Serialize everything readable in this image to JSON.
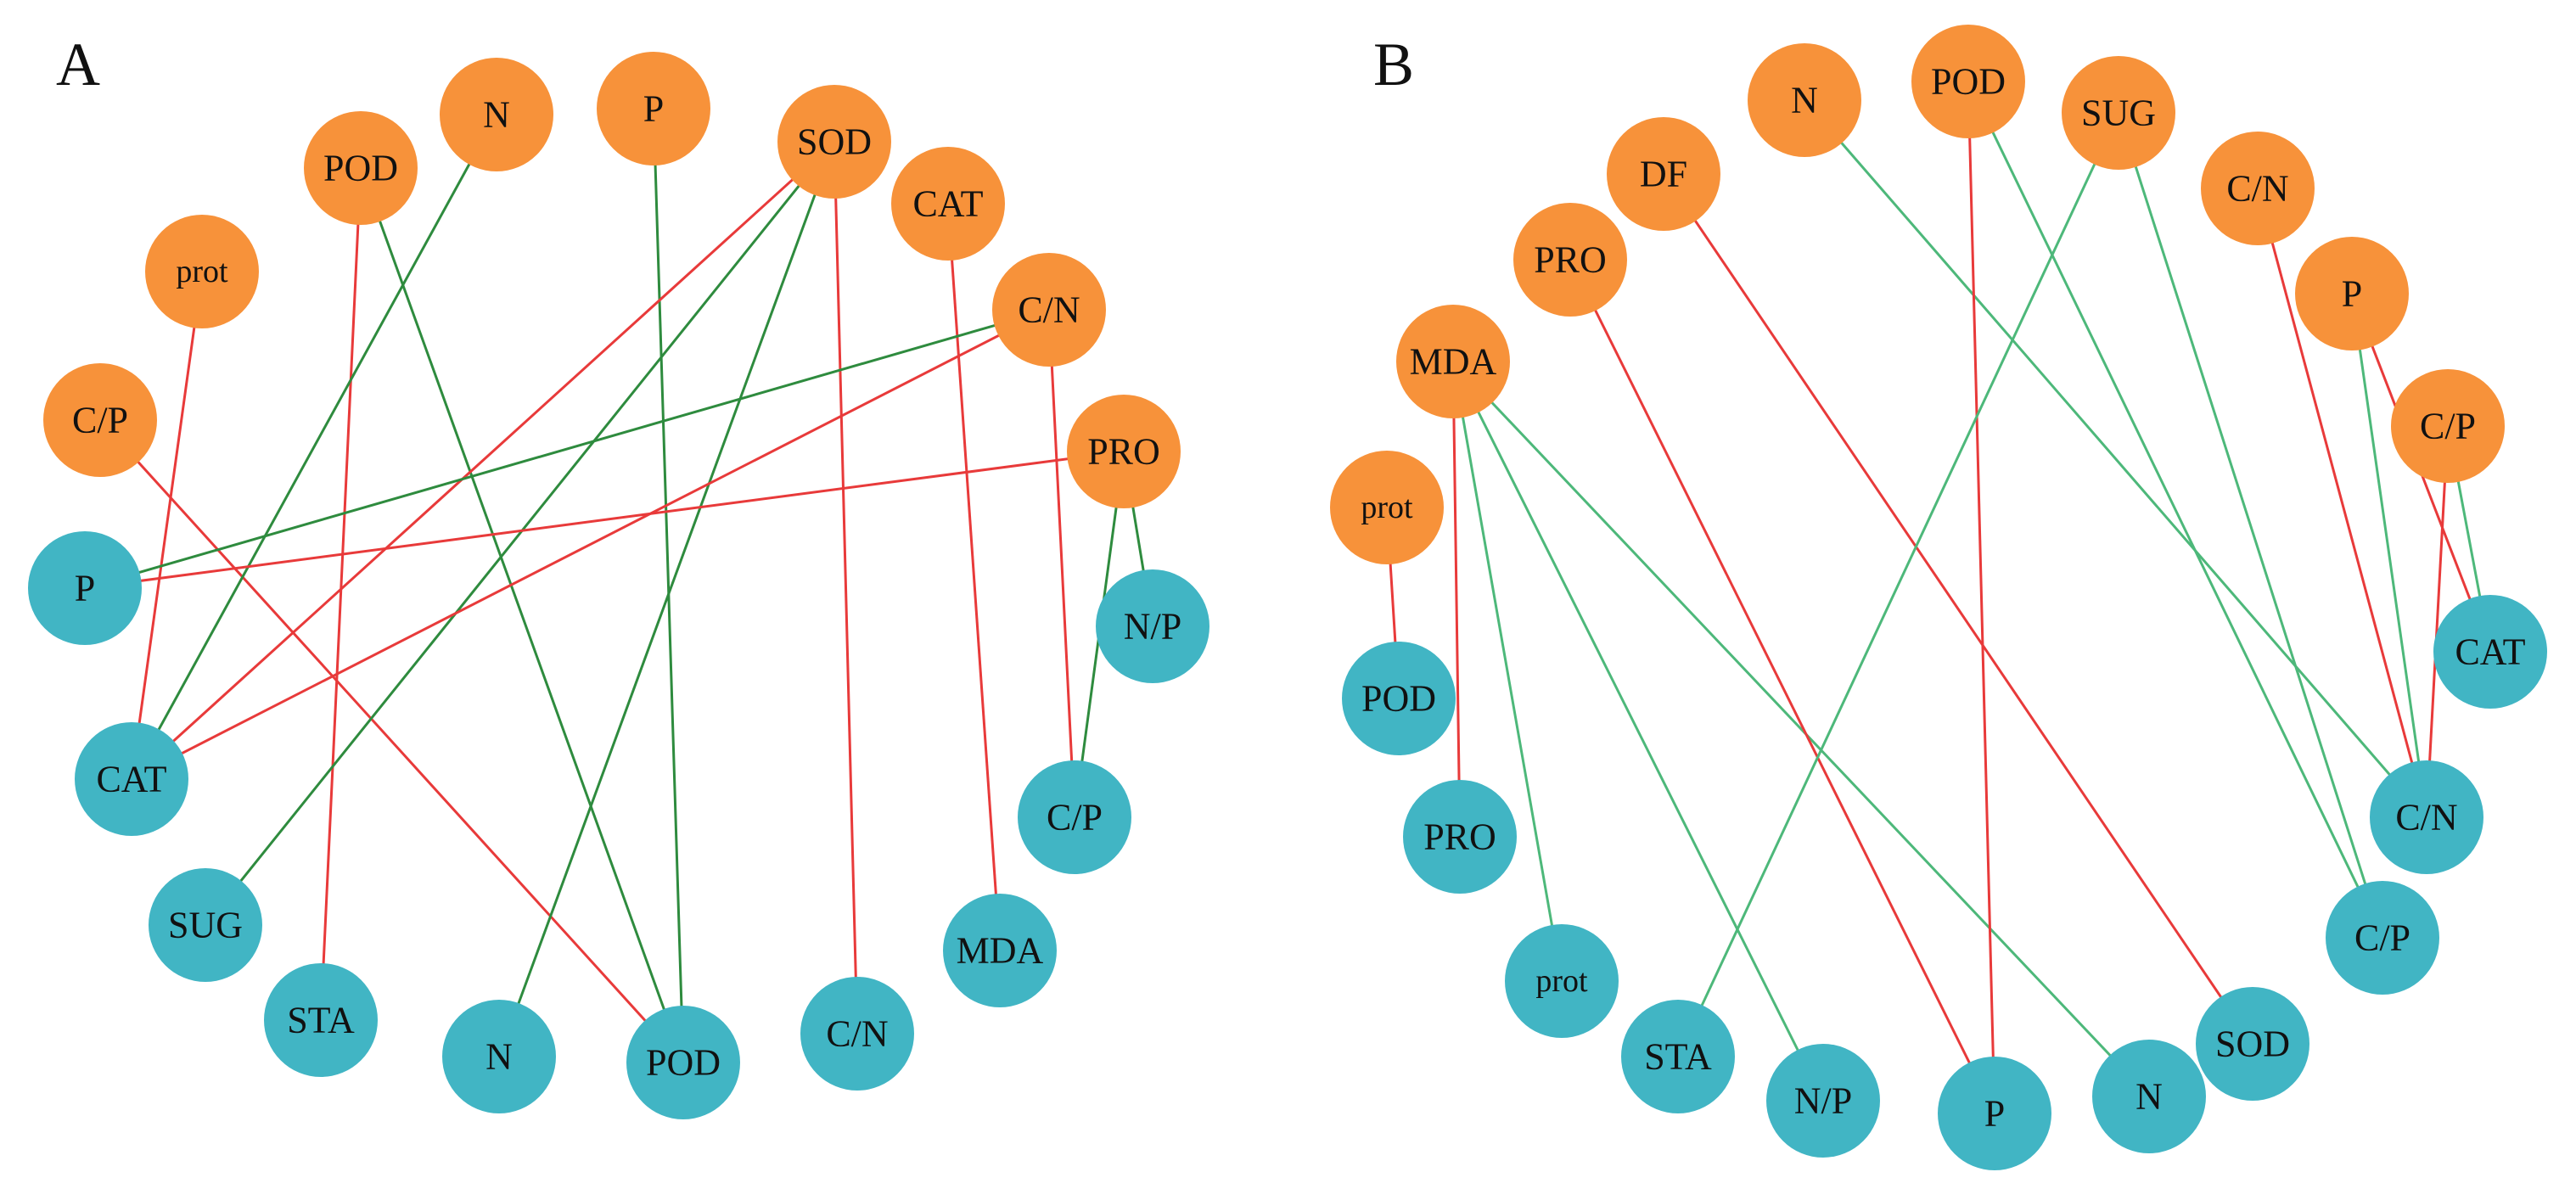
{
  "colors": {
    "orange_node": "#F7923A",
    "teal_node": "#41B5C4",
    "positive_edge": "#E83A3A",
    "negative_edge_A": "#2E8B3E",
    "negative_edge_B": "#4DB87A"
  },
  "panels": [
    {
      "label": "A",
      "orange_nodes": [
        {
          "id": "a_o_N",
          "label": "N"
        },
        {
          "id": "a_o_P",
          "label": "P"
        },
        {
          "id": "a_o_POD",
          "label": "POD"
        },
        {
          "id": "a_o_SOD",
          "label": "SOD"
        },
        {
          "id": "a_o_CAT",
          "label": "CAT"
        },
        {
          "id": "a_o_prot",
          "label": "prot"
        },
        {
          "id": "a_o_CN",
          "label": "C/N"
        },
        {
          "id": "a_o_CP",
          "label": "C/P"
        },
        {
          "id": "a_o_PRO",
          "label": "PRO"
        }
      ],
      "teal_nodes": [
        {
          "id": "a_t_P",
          "label": "P"
        },
        {
          "id": "a_t_NP",
          "label": "N/P"
        },
        {
          "id": "a_t_CAT",
          "label": "CAT"
        },
        {
          "id": "a_t_CP",
          "label": "C/P"
        },
        {
          "id": "a_t_SUG",
          "label": "SUG"
        },
        {
          "id": "a_t_MDA",
          "label": "MDA"
        },
        {
          "id": "a_t_STA",
          "label": "STA"
        },
        {
          "id": "a_t_CN",
          "label": "C/N"
        },
        {
          "id": "a_t_N",
          "label": "N"
        },
        {
          "id": "a_t_POD",
          "label": "POD"
        }
      ],
      "edges": [
        {
          "from": "a_o_prot",
          "to": "a_t_CAT",
          "sign": "positive"
        },
        {
          "from": "a_o_CP",
          "to": "a_t_POD",
          "sign": "positive"
        },
        {
          "from": "a_o_POD",
          "to": "a_t_STA",
          "sign": "positive"
        },
        {
          "from": "a_o_POD",
          "to": "a_t_POD",
          "sign": "negative"
        },
        {
          "from": "a_o_N",
          "to": "a_t_CAT",
          "sign": "negative"
        },
        {
          "from": "a_o_P",
          "to": "a_t_POD",
          "sign": "negative"
        },
        {
          "from": "a_o_SOD",
          "to": "a_t_CAT",
          "sign": "positive"
        },
        {
          "from": "a_o_SOD",
          "to": "a_t_SUG",
          "sign": "negative"
        },
        {
          "from": "a_o_SOD",
          "to": "a_t_N",
          "sign": "negative"
        },
        {
          "from": "a_o_SOD",
          "to": "a_t_CN",
          "sign": "positive"
        },
        {
          "from": "a_o_CAT",
          "to": "a_t_MDA",
          "sign": "positive"
        },
        {
          "from": "a_o_CN",
          "to": "a_t_P",
          "sign": "negative"
        },
        {
          "from": "a_o_CN",
          "to": "a_t_CAT",
          "sign": "positive"
        },
        {
          "from": "a_o_CN",
          "to": "a_t_CP",
          "sign": "positive"
        },
        {
          "from": "a_o_PRO",
          "to": "a_t_P",
          "sign": "positive"
        },
        {
          "from": "a_o_PRO",
          "to": "a_t_NP",
          "sign": "negative"
        },
        {
          "from": "a_o_PRO",
          "to": "a_t_CP",
          "sign": "negative"
        }
      ]
    },
    {
      "label": "B",
      "orange_nodes": [
        {
          "id": "b_o_N",
          "label": "N"
        },
        {
          "id": "b_o_POD",
          "label": "POD"
        },
        {
          "id": "b_o_SUG",
          "label": "SUG"
        },
        {
          "id": "b_o_DF",
          "label": "DF"
        },
        {
          "id": "b_o_CN",
          "label": "C/N"
        },
        {
          "id": "b_o_PRO",
          "label": "PRO"
        },
        {
          "id": "b_o_P",
          "label": "P"
        },
        {
          "id": "b_o_MDA",
          "label": "MDA"
        },
        {
          "id": "b_o_CP",
          "label": "C/P"
        },
        {
          "id": "b_o_prot",
          "label": "prot"
        }
      ],
      "teal_nodes": [
        {
          "id": "b_t_CAT",
          "label": "CAT"
        },
        {
          "id": "b_t_POD",
          "label": "POD"
        },
        {
          "id": "b_t_CN",
          "label": "C/N"
        },
        {
          "id": "b_t_PRO",
          "label": "PRO"
        },
        {
          "id": "b_t_CP",
          "label": "C/P"
        },
        {
          "id": "b_t_prot",
          "label": "prot"
        },
        {
          "id": "b_t_SOD",
          "label": "SOD"
        },
        {
          "id": "b_t_STA",
          "label": "STA"
        },
        {
          "id": "b_t_N",
          "label": "N"
        },
        {
          "id": "b_t_NP",
          "label": "N/P"
        },
        {
          "id": "b_t_P",
          "label": "P"
        }
      ],
      "edges": [
        {
          "from": "b_o_prot",
          "to": "b_t_POD",
          "sign": "positive"
        },
        {
          "from": "b_o_MDA",
          "to": "b_t_PRO",
          "sign": "positive"
        },
        {
          "from": "b_o_MDA",
          "to": "b_t_prot",
          "sign": "negative"
        },
        {
          "from": "b_o_MDA",
          "to": "b_t_NP",
          "sign": "negative"
        },
        {
          "from": "b_o_MDA",
          "to": "b_t_N",
          "sign": "negative"
        },
        {
          "from": "b_o_PRO",
          "to": "b_t_P",
          "sign": "positive"
        },
        {
          "from": "b_o_DF",
          "to": "b_t_SOD",
          "sign": "positive"
        },
        {
          "from": "b_o_N",
          "to": "b_t_CN",
          "sign": "negative"
        },
        {
          "from": "b_o_POD",
          "to": "b_t_P",
          "sign": "positive"
        },
        {
          "from": "b_o_POD",
          "to": "b_t_CP",
          "sign": "negative"
        },
        {
          "from": "b_o_SUG",
          "to": "b_t_STA",
          "sign": "negative"
        },
        {
          "from": "b_o_SUG",
          "to": "b_t_CP",
          "sign": "negative"
        },
        {
          "from": "b_o_CN",
          "to": "b_t_CN",
          "sign": "positive"
        },
        {
          "from": "b_o_P",
          "to": "b_t_CN",
          "sign": "negative"
        },
        {
          "from": "b_o_P",
          "to": "b_t_CAT",
          "sign": "positive"
        },
        {
          "from": "b_o_CP",
          "to": "b_t_CAT",
          "sign": "negative"
        },
        {
          "from": "b_o_CP",
          "to": "b_t_CN",
          "sign": "positive"
        }
      ]
    }
  ]
}
